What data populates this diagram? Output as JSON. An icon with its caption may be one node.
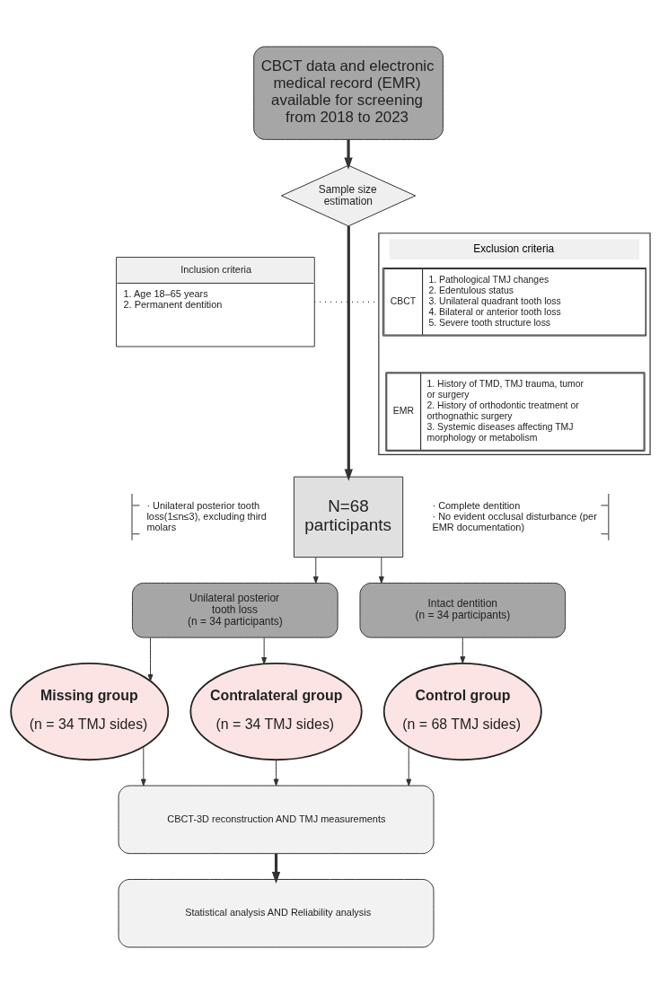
{
  "diagram": {
    "nodes": [
      {
        "text": [
          "CBCT data and electronic medical record (EMR) available for screening from 2018 to 2023"
        ]
      },
      {
        "text": [
          "Sample size estimation"
        ]
      },
      {
        "text": [
          "Inclusion criteria",
          "1. Age 18–65 years",
          "2. Permanent dentition"
        ]
      },
      {
        "text": [
          "Exclusion criteria"
        ]
      },
      {
        "text": [
          "CBCT",
          "1. Pathological TMJ changes",
          "2. Edentulous status",
          "3. Unilateral quadrant tooth loss",
          "4. Bilateral or anterior tooth loss",
          "5. Severe tooth structure loss"
        ],
        "in": 3
      },
      {
        "text": [
          "EMR",
          "1. History of TMD, TMJ trauma, tumor or surgery",
          "2. History of orthodontic treatment or orthognathic surgery",
          "3. Systemic diseases affecting TMJ morphology or metabolism"
        ],
        "in": 3
      },
      {
        "text": [
          "N=68 participants"
        ]
      },
      {
        "text": [
          "Unilateral posterior tooth loss",
          "(n = 34 participants)"
        ]
      },
      {
        "text": [
          "Intact dentition",
          "(n = 34 participants)"
        ]
      },
      {
        "text": [
          "Missing group",
          "(n = 34 TMJ sides)"
        ]
      },
      {
        "text": [
          "Contralateral group",
          "(n = 34 TMJ sides)"
        ]
      },
      {
        "text": [
          "Control group",
          "(n = 68 TMJ sides)"
        ]
      },
      {
        "text": [
          "CBCT-3D reconstruction AND TMJ measurements"
        ]
      },
      {
        "text": [
          "Statistical analysis AND Reliability analysis"
        ]
      }
    ],
    "edges": [
      {
        "from": 0,
        "to": 1,
        "arrow": "to",
        "style": "thick"
      },
      {
        "from": 1,
        "to": 6,
        "arrow": "to",
        "style": "thick"
      },
      {
        "from": 2,
        "to": 3,
        "arrow": "none",
        "style": "dashed"
      },
      {
        "from": 6,
        "to": 7,
        "arrow": "to"
      },
      {
        "from": 6,
        "to": 8,
        "arrow": "to"
      },
      {
        "from": 7,
        "to": 9,
        "arrow": "to"
      },
      {
        "from": 7,
        "to": 10,
        "arrow": "to"
      },
      {
        "from": 8,
        "to": 11,
        "arrow": "to"
      },
      {
        "from": 9,
        "to": 12,
        "arrow": "to"
      },
      {
        "from": 10,
        "to": 12,
        "arrow": "to"
      },
      {
        "from": 11,
        "to": 12,
        "arrow": "to"
      },
      {
        "from": 12,
        "to": 13,
        "arrow": "to",
        "style": "thick"
      }
    ],
    "labels": [
      "· Unilateral posterior tooth loss(1≤n≤3), excluding third molars",
      "· Complete dentition",
      "· No evident occlusal disturbance (per EMR documentation)"
    ]
  }
}
